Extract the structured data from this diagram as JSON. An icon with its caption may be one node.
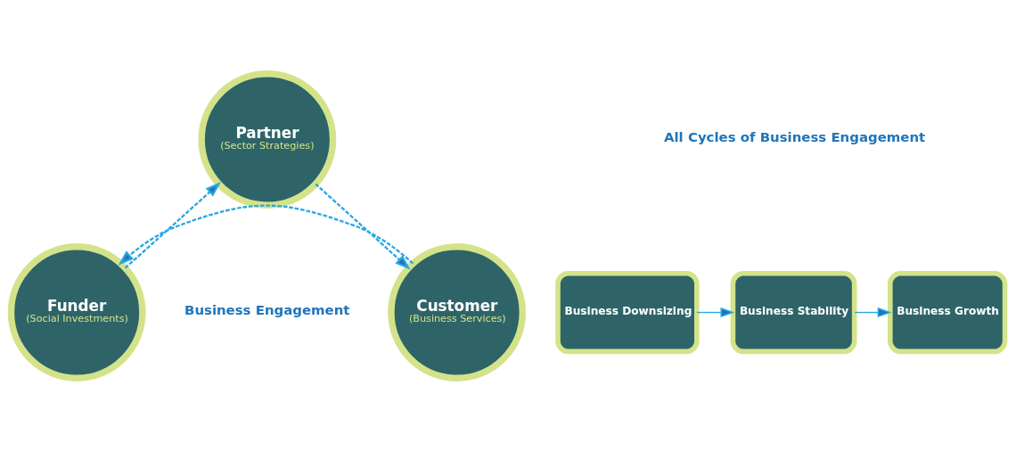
{
  "diagram": {
    "nodes": [
      {
        "text": [
          "Partner",
          "(Sector Strategies)"
        ]
      },
      {
        "text": [
          "Customer",
          "(Business Services)"
        ]
      },
      {
        "text": [
          "Funder",
          "(Social Investments)"
        ]
      },
      {
        "text": [
          "Business Downsizing"
        ]
      },
      {
        "text": [
          "Business Stability"
        ]
      },
      {
        "text": [
          "Business Growth"
        ]
      }
    ],
    "edges": [
      {
        "from": 0,
        "to": 1,
        "arrow": "to",
        "style": "dashed"
      },
      {
        "from": 1,
        "to": 2,
        "arrow": "to",
        "style": "dashed"
      },
      {
        "from": 2,
        "to": 0,
        "arrow": "to",
        "style": "dashed"
      },
      {
        "from": 3,
        "to": 4,
        "arrow": "to"
      },
      {
        "from": 4,
        "to": 5,
        "arrow": "to"
      }
    ],
    "labels": [
      "Business Engagement",
      "All Cycles of Business Engagement"
    ]
  }
}
